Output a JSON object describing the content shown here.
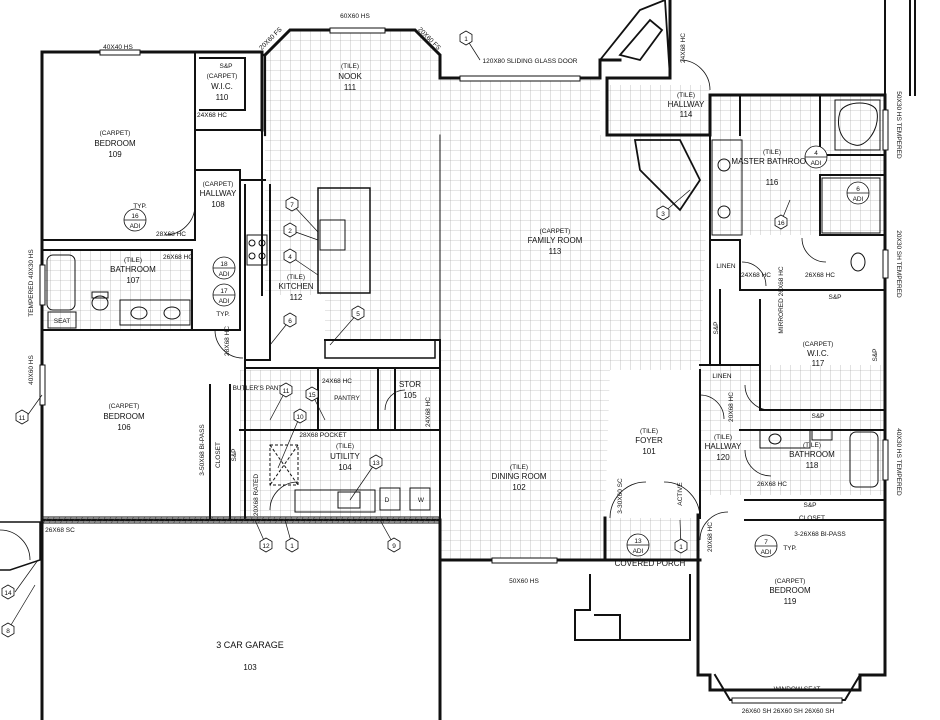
{
  "rooms": [
    {
      "id": "nook",
      "material": "(TILE)",
      "name": "NOOK",
      "num": "111"
    },
    {
      "id": "wic110",
      "material": "(CARPET)",
      "name": "W.I.C.",
      "num": "110"
    },
    {
      "id": "bedroom109",
      "material": "(CARPET)",
      "name": "BEDROOM",
      "num": "109"
    },
    {
      "id": "hallway108",
      "material": "(CARPET)",
      "name": "HALLWAY",
      "num": "108"
    },
    {
      "id": "bathroom107",
      "material": "(TILE)",
      "name": "BATHROOM",
      "num": "107"
    },
    {
      "id": "kitchen",
      "material": "(TILE)",
      "name": "KITCHEN",
      "num": "112"
    },
    {
      "id": "family",
      "material": "(CARPET)",
      "name": "FAMILY ROOM",
      "num": "113"
    },
    {
      "id": "hallway114",
      "material": "(TILE)",
      "name": "HALLWAY",
      "num": "114"
    },
    {
      "id": "masterbath",
      "material": "(TILE)",
      "name": "MASTER BATHROOM",
      "num": "116"
    },
    {
      "id": "wic117",
      "material": "(CARPET)",
      "name": "W.I.C.",
      "num": "117"
    },
    {
      "id": "bedroom106",
      "material": "(CARPET)",
      "name": "BEDROOM",
      "num": "106"
    },
    {
      "id": "utility",
      "material": "(TILE)",
      "name": "UTILITY",
      "num": "104"
    },
    {
      "id": "stor",
      "material": "",
      "name": "STOR",
      "num": "105"
    },
    {
      "id": "dining",
      "material": "(TILE)",
      "name": "DINING ROOM",
      "num": "102"
    },
    {
      "id": "foyer",
      "material": "(TILE)",
      "name": "FOYER",
      "num": "101"
    },
    {
      "id": "hallway120",
      "material": "(TILE)",
      "name": "HALLWAY",
      "num": "120"
    },
    {
      "id": "bathroom118",
      "material": "(TILE)",
      "name": "BATHROOM",
      "num": "118"
    },
    {
      "id": "bedroom119",
      "material": "(CARPET)",
      "name": "BEDROOM",
      "num": "119"
    },
    {
      "id": "garage",
      "material": "",
      "name": "3 CAR GARAGE",
      "num": "103"
    },
    {
      "id": "porch",
      "material": "",
      "name": "COVERED PORCH",
      "num": ""
    }
  ],
  "notes": {
    "n_40x40hs": "40X40 HS",
    "n_60x60hs": "60X60 HS",
    "n_20x60fs_l": "20X60 FS",
    "n_20x60fs_r": "20X60 FS",
    "n_sliding": "120X80 SLIDING GLASS DOOR",
    "n_24x68hc_top": "24X68 HC",
    "n_24x68hc_109": "24X68 HC",
    "n_28x68hc": "28X68 HC",
    "n_26x68hc_107": "26X68 HC",
    "n_28x68hc_k": "28X68 HC",
    "n_tempered_l": "TEMPERED 40X30 HS",
    "n_40x60hs": "40X60 HS",
    "n_seat": "SEAT",
    "n_typ_l": "TYP.",
    "n_typ_k": "TYP.",
    "n_sp": "S&P",
    "n_butler": "BUTLER'S PANTRY",
    "n_pantry": "PANTRY",
    "n_24x68hc_p": "24X68 HC",
    "n_28x68pocket": "28X68 POCKET",
    "n_24x68hc_s": "24X68 HC",
    "n_bipass_l": "3-50X68 BI-PASS",
    "n_closet_l": "CLOSET",
    "n_sp_l": "S&P",
    "n_rated": "20X68 RATED",
    "n_26x68sc": "26X68 SC",
    "n_50x60hs": "50X60 HS",
    "n_30x60sc": "3-30X60 SC",
    "n_active": "ACTIVE",
    "n_linen1": "LINEN",
    "n_linen2": "LINEN",
    "n_24x68hc_l": "24X68 HC",
    "n_26x68hc_mb": "26X68 HC",
    "n_mirrored": "MIRRORED 26X68 HC",
    "n_sp_w1": "S&P",
    "n_sp_w2": "S&P",
    "n_sp_w3": "S&P",
    "n_sp_w4": "S&P",
    "n_tempered_r1": "50X30 HS TEMPERED",
    "n_tempered_r2": "20X30 SH TEMPERED",
    "n_tempered_r3": "40X30 HS TEMPERED",
    "n_20x68hc": "20X68 HC",
    "n_20x68hc_b": "20X68 HC",
    "n_26x68hc_118": "26X68 HC",
    "n_sp_119": "S&P",
    "n_closet_119": "CLOSET",
    "n_bipass_119": "3-26X68 BI-PASS",
    "n_typ_119": "TYP.",
    "n_window_seat": "WINDOW SEAT",
    "n_26x60sh": "26X60 SH 26X60 SH 26X60 SH",
    "n_d": "D",
    "n_w": "W"
  },
  "tags": {
    "hex": [
      "1",
      "2",
      "3",
      "4",
      "5",
      "6",
      "7",
      "8",
      "9",
      "10",
      "11",
      "12",
      "13",
      "14",
      "15"
    ],
    "adi": [
      {
        "num": "16",
        "txt": "ADI"
      },
      {
        "num": "18",
        "txt": "ADI"
      },
      {
        "num": "17",
        "txt": "ADI"
      },
      {
        "num": "4",
        "txt": "ADI"
      },
      {
        "num": "6",
        "txt": "ADI"
      },
      {
        "num": "13",
        "txt": "ADI"
      },
      {
        "num": "7",
        "txt": "ADI"
      }
    ],
    "circ": [
      "1",
      "16"
    ]
  }
}
